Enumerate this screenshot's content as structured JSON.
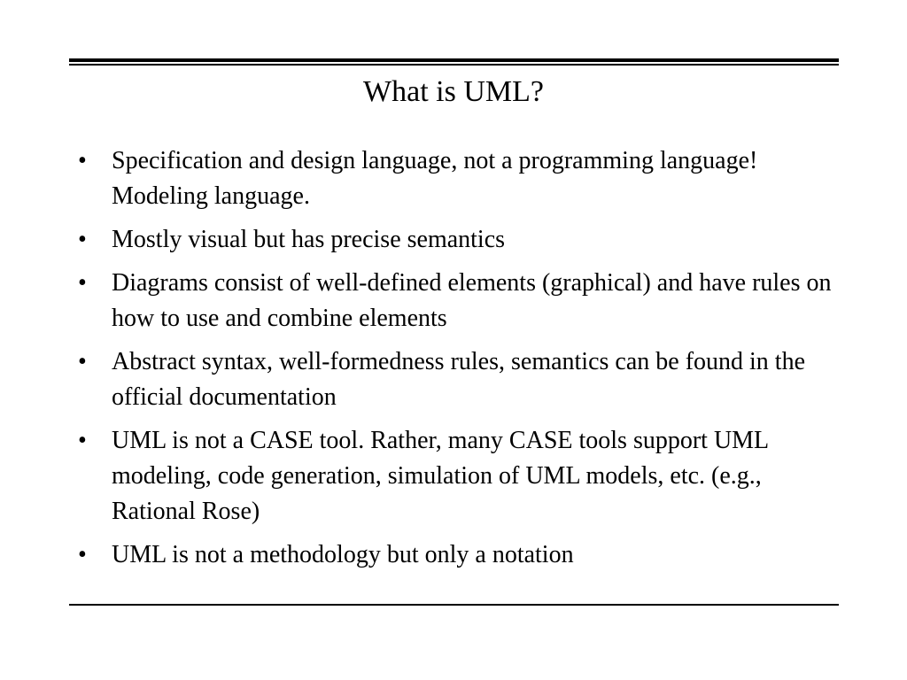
{
  "slide": {
    "title": "What is UML?",
    "bullet_glyph": "•",
    "bullets": [
      "Specification and design language, not a programming language! Modeling language.",
      "Mostly visual but has precise semantics",
      "Diagrams consist of well-defined elements (graphical) and have rules on how to use and combine elements",
      "Abstract syntax, well-formedness rules, semantics can be found in the official documentation",
      "UML is not a CASE tool. Rather, many CASE tools support UML modeling, code generation, simulation of UML models, etc. (e.g., Rational Rose)",
      "UML is not a methodology but only a notation"
    ]
  }
}
